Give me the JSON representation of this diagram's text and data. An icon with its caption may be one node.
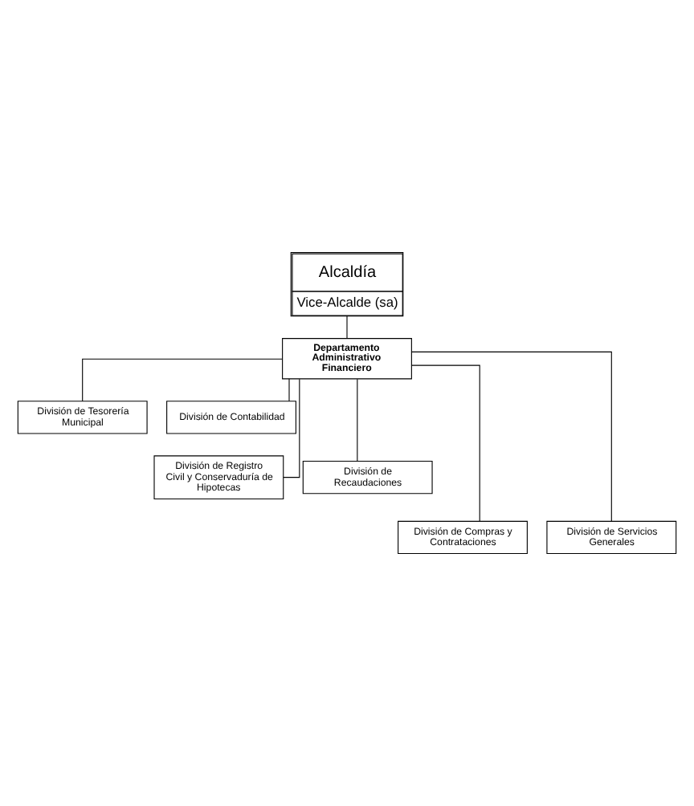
{
  "diagram": {
    "nodes": [
      {
        "text": [
          "Alcaldía",
          "Vice-Alcalde (sa)"
        ]
      },
      {
        "text": [
          "Departamento Administrativo Financiero"
        ]
      },
      {
        "text": [
          "División de Tesorería Municipal"
        ]
      },
      {
        "text": [
          "División de Contabilidad"
        ]
      },
      {
        "text": [
          "División de Registro Civil y Conservaduría de Hipotecas"
        ]
      },
      {
        "text": [
          "División de Recaudaciones"
        ]
      },
      {
        "text": [
          "División de Compras y Contrataciones"
        ]
      },
      {
        "text": [
          "División de Servicios Generales"
        ]
      }
    ],
    "edges": [
      {
        "from": 0,
        "to": 1,
        "arrow": "none"
      },
      {
        "from": 1,
        "to": 2,
        "arrow": "none"
      },
      {
        "from": 1,
        "to": 3,
        "arrow": "none"
      },
      {
        "from": 1,
        "to": 4,
        "arrow": "none"
      },
      {
        "from": 1,
        "to": 5,
        "arrow": "none"
      },
      {
        "from": 1,
        "to": 6,
        "arrow": "none"
      },
      {
        "from": 1,
        "to": 7,
        "arrow": "none"
      }
    ]
  }
}
